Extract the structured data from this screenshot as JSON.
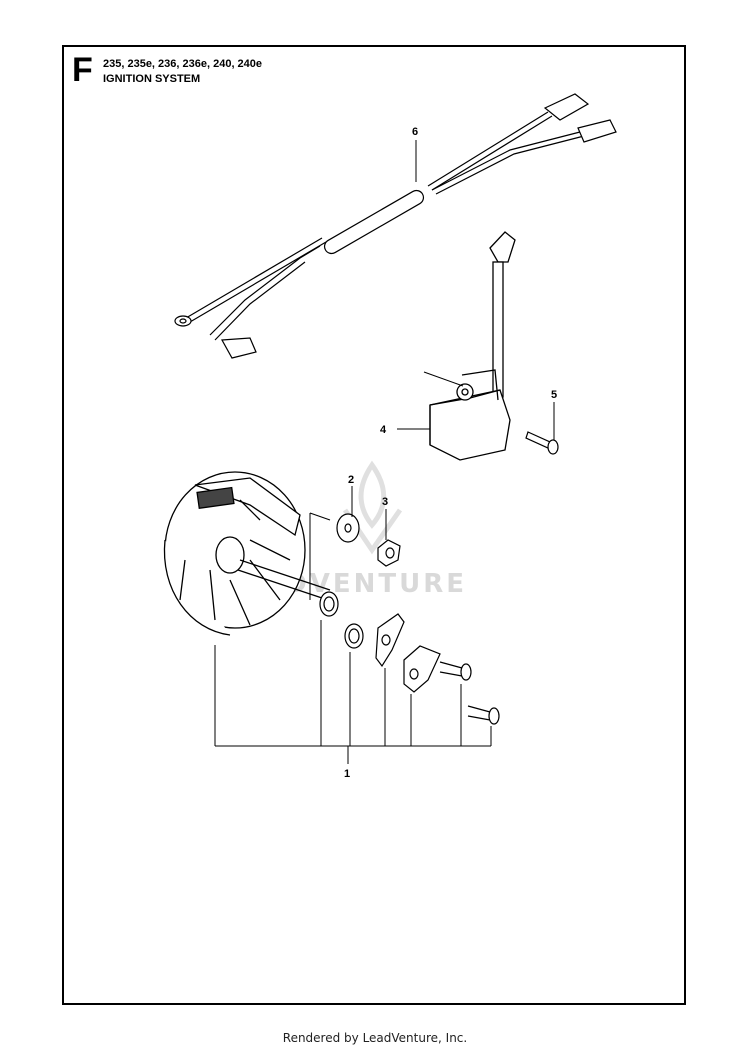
{
  "header": {
    "section_letter": "F",
    "models": "235, 235e, 236, 236e, 240, 240e",
    "title": "IGNITION SYSTEM"
  },
  "callouts": {
    "c1": "1",
    "c2": "2",
    "c3": "3",
    "c4": "4",
    "c5": "5",
    "c6": "6"
  },
  "watermark": "ADVENTURE",
  "footer": "Rendered by LeadVenture, Inc."
}
